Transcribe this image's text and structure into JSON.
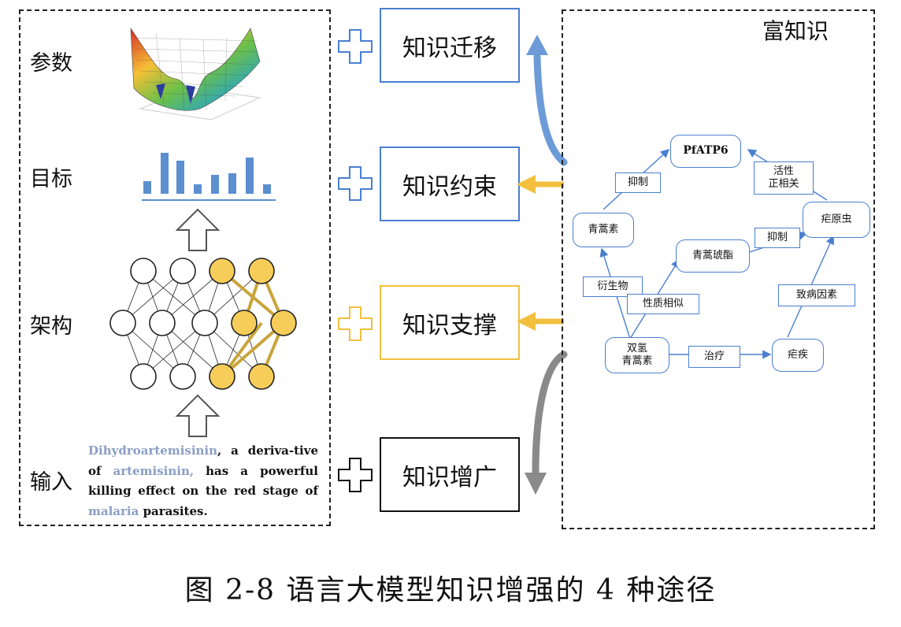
{
  "left_panel": {
    "rows": {
      "params": "参数",
      "objective": "目标",
      "architecture": "架构",
      "input": "输入"
    },
    "input_text": {
      "entity1": "Dihydroartemisinin",
      "part1": ", a deriva-tive of ",
      "entity2": "artemisinin,",
      "part2": " has a powerful killing effect on the red stage of ",
      "entity3": "malaria",
      "part3": " parasites."
    }
  },
  "methods": [
    {
      "label": "知识迁移",
      "color": "#4a7fd0"
    },
    {
      "label": "知识约束",
      "color": "#4a7fd0"
    },
    {
      "label": "知识支撑",
      "color": "#f2c03e"
    },
    {
      "label": "知识增广",
      "color": "#111111"
    }
  ],
  "rich_knowledge": {
    "title": "富知识",
    "nodes": {
      "pfatp6": "PfATP6",
      "qinghaosu": "青蒿素",
      "qinghao_zhi": "青蒿琥酯",
      "nueyuanchong": "疟原虫",
      "shuangqing": "双氢\n青蒿素",
      "nueji": "疟疾"
    },
    "edges": {
      "yizhi1": "抑制",
      "huoxing": "活性\n正相关",
      "yizhi2": "抑制",
      "yanshengwu": "衍生物",
      "xingzhi": "性质相似",
      "zhibing": "致病因素",
      "zhiliao": "治疗"
    }
  },
  "caption": "图 2-8  语言大模型知识增强的 4 种途径",
  "colors": {
    "blue": "#4a7fd0",
    "yellow": "#f2c03e",
    "gray": "#8a8a8a",
    "bar_blue": "#5b8fd0"
  },
  "icons": [
    "plus-outline-icon",
    "up-arrow-outline-icon",
    "surface-plot-icon",
    "bar-chart-icon",
    "neural-network-icon"
  ]
}
